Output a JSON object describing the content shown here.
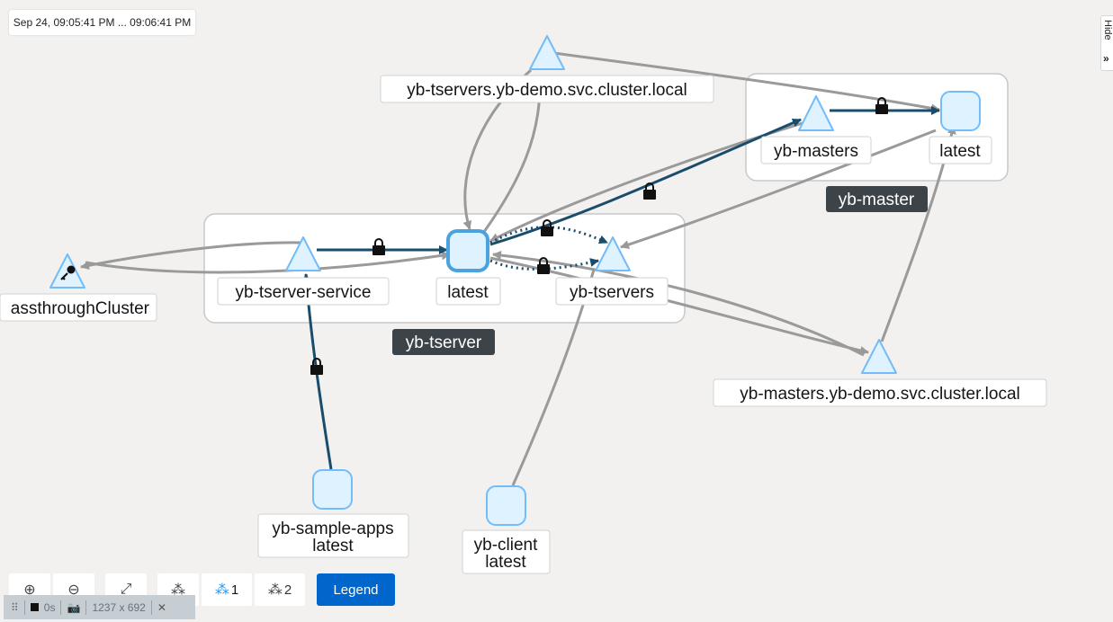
{
  "time_range": "Sep 24, 09:05:41 PM ... 09:06:41 PM",
  "hide_tab": {
    "label": "Hide",
    "chevron": "»"
  },
  "groups": [
    {
      "label": "yb-tserver"
    },
    {
      "label": "yb-master"
    }
  ],
  "nodes": [
    {
      "label": "assthroughCluster",
      "kind": "service-entry",
      "icon": "key-icon"
    },
    {
      "label": "yb-tserver-service",
      "kind": "service"
    },
    {
      "label": "latest",
      "kind": "workload"
    },
    {
      "label": "yb-tservers",
      "kind": "service"
    },
    {
      "label": "yb-tservers.yb-demo.svc.cluster.local",
      "kind": "service"
    },
    {
      "label": "yb-masters",
      "kind": "service"
    },
    {
      "label": "latest",
      "kind": "workload"
    },
    {
      "label": "yb-masters.yb-demo.svc.cluster.local",
      "kind": "service"
    },
    {
      "label": "yb-sample-apps\nlatest",
      "kind": "workload"
    },
    {
      "label": "yb-client\nlatest",
      "kind": "workload"
    }
  ],
  "toolbar": {
    "zoom_in_icon": "zoom-in-icon",
    "zoom_out_icon": "zoom-out-icon",
    "fit_icon": "fit-to-screen-icon",
    "layout_default_icon": "layout-icon",
    "layout1_count": "1",
    "layout2_count": "2",
    "legend_label": "Legend"
  },
  "status": {
    "elapsed": "0s",
    "size": "1237 x 692",
    "close": "✕"
  },
  "colors": {
    "background": "#f2f1f0",
    "node_fill": "#def3ff",
    "node_stroke": "#73bcf7",
    "edge_gray": "#999999",
    "edge_mtls": "#1a4d6b",
    "group_label_bg": "#3c4449",
    "accent": "#0066cc"
  }
}
